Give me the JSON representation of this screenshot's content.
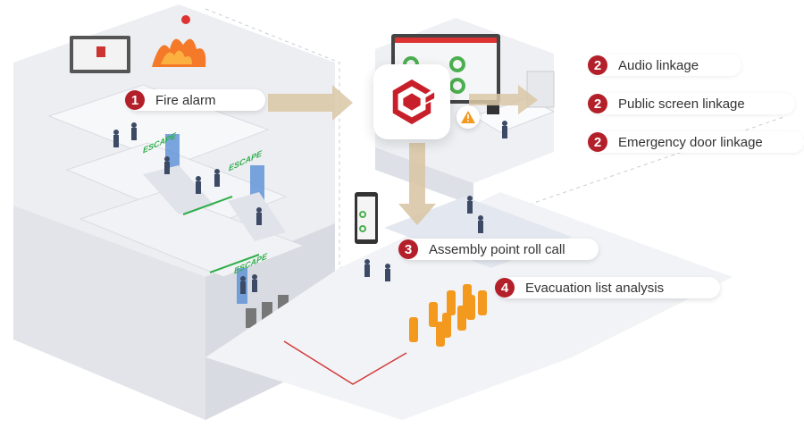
{
  "steps": {
    "fire_alarm": {
      "num": "1",
      "label": "Fire alarm"
    },
    "audio": {
      "num": "2",
      "label": "Audio linkage"
    },
    "public_screen": {
      "num": "2",
      "label": "Public screen linkage"
    },
    "emergency_door": {
      "num": "2",
      "label": "Emergency door linkage"
    },
    "roll_call": {
      "num": "3",
      "label": "Assembly point roll call"
    },
    "evacuation": {
      "num": "4",
      "label": "Evacuation list analysis"
    }
  },
  "signs": {
    "escape": "ESCAPE"
  },
  "colors": {
    "accent": "#b3202a",
    "arrow": "#d9c7a6",
    "escape": "#2fae4a",
    "route": "#d23a3a"
  }
}
